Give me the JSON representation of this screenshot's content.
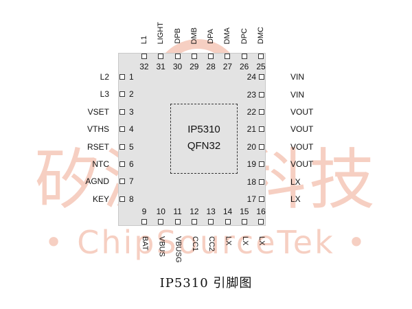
{
  "chip": {
    "name": "IP5310",
    "package": "QFN32"
  },
  "pins": [
    {
      "n": "1",
      "name": "L2"
    },
    {
      "n": "2",
      "name": "L3"
    },
    {
      "n": "3",
      "name": "VSET"
    },
    {
      "n": "4",
      "name": "VTHS"
    },
    {
      "n": "5",
      "name": "RSET"
    },
    {
      "n": "6",
      "name": "NTC"
    },
    {
      "n": "7",
      "name": "AGND"
    },
    {
      "n": "8",
      "name": "KEY"
    },
    {
      "n": "9",
      "name": "BAT"
    },
    {
      "n": "10",
      "name": "VBUS"
    },
    {
      "n": "11",
      "name": "VBUSG"
    },
    {
      "n": "12",
      "name": "CC1"
    },
    {
      "n": "13",
      "name": "CC2"
    },
    {
      "n": "14",
      "name": "LX"
    },
    {
      "n": "15",
      "name": "LX"
    },
    {
      "n": "16",
      "name": "LX"
    },
    {
      "n": "17",
      "name": "LX"
    },
    {
      "n": "18",
      "name": "LX"
    },
    {
      "n": "19",
      "name": "VOUT"
    },
    {
      "n": "20",
      "name": "VOUT"
    },
    {
      "n": "21",
      "name": "VOUT"
    },
    {
      "n": "22",
      "name": "VOUT"
    },
    {
      "n": "23",
      "name": "VIN"
    },
    {
      "n": "24",
      "name": "VIN"
    },
    {
      "n": "25",
      "name": "DMC"
    },
    {
      "n": "26",
      "name": "DPC"
    },
    {
      "n": "27",
      "name": "DMA"
    },
    {
      "n": "28",
      "name": "DPA"
    },
    {
      "n": "29",
      "name": "DMB"
    },
    {
      "n": "30",
      "name": "DPB"
    },
    {
      "n": "31",
      "name": "LIGHT"
    },
    {
      "n": "32",
      "name": "L1"
    }
  ],
  "caption": "IP5310 引脚图",
  "watermark": {
    "cjk": "矽源特科技",
    "latin": "• ChipSourceTek •",
    "color": "#f6cfc2"
  },
  "colors": {
    "body": "#e3e3e3",
    "pad": "#ffffff",
    "text": "#111111"
  }
}
